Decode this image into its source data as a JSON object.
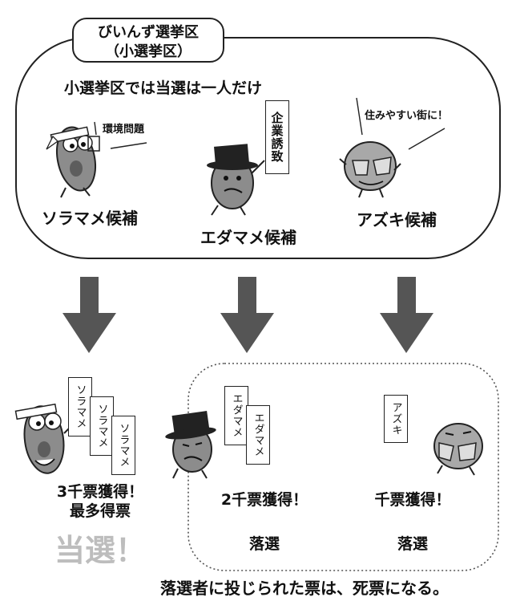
{
  "district": {
    "title": "びいんず選挙区",
    "subtitle": "（小選挙区）"
  },
  "rule": "小選挙区では当選は一人だけ",
  "candidates": {
    "soramame": {
      "name": "ソラマメ候補",
      "speech": "環境問題",
      "ballot": "ソラマメ"
    },
    "edamame": {
      "name": "エダマメ候補",
      "sign": "企業誘致",
      "ballot": "エダマメ"
    },
    "azuki": {
      "name": "アズキ候補",
      "speech": "住みやすい街に！",
      "ballot": "アズキ"
    }
  },
  "results": {
    "soramame": {
      "votes": "3千票獲得！",
      "note": "最多得票",
      "outcome": "当選！"
    },
    "edamame": {
      "votes": "2千票獲得！",
      "outcome": "落選"
    },
    "azuki": {
      "votes": "千票獲得！",
      "outcome": "落選"
    }
  },
  "footer": "落選者に投じられた票は、死票になる。",
  "colors": {
    "arrow": "#555555",
    "winner_text": "#bdbdbd",
    "bean": "#8c8c8c",
    "azuki_bean": "#a8a8a8"
  },
  "icons": [
    "soramame-bean",
    "edamame-bean-with-top-hat",
    "azuki-bean-with-glasses",
    "down-arrow"
  ]
}
